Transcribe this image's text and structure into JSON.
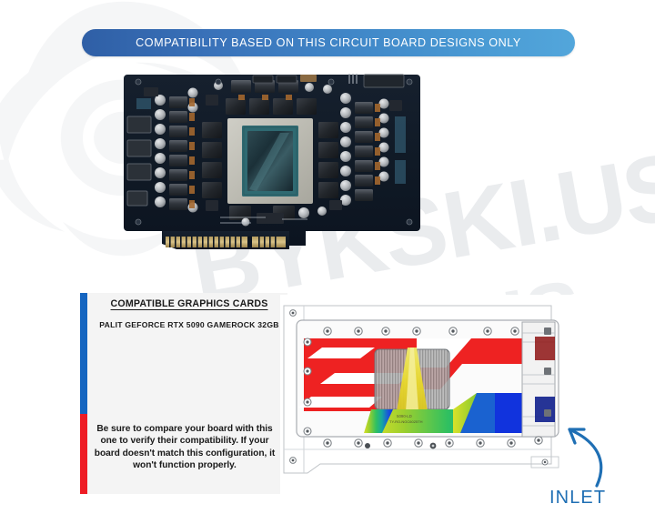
{
  "header": {
    "banner_text": "COMPATIBILITY BASED ON THIS CIRCUIT BOARD DESIGNS ONLY",
    "banner_color_left": "#2f5fa6",
    "banner_color_right": "#53a6db"
  },
  "watermark": {
    "brand_text": "BYKSKI.US",
    "logo_name": "bykski-tiger-logo",
    "color": "#e9ebee"
  },
  "product_photo": {
    "name": "graphics-card-pcb-photo",
    "description": "PALIT GeForce RTX 5090 GameRock bare circuit board, component side"
  },
  "info_panel": {
    "title": "COMPATIBLE GRAPHICS CARDS",
    "cards": [
      "PALIT GEFORCE RTX 5090 GAMEROCK 32GB"
    ],
    "warning_text": "Be sure to compare your board with this one to verify their compatibility. If your board doesn't match this configuration, it won't function properly.",
    "accent_top_color": "#1565c0",
    "accent_bottom_color": "#ee1c25",
    "background_color": "#f4f4f4"
  },
  "flow_diagram": {
    "name": "waterblock-coolant-flow-diagram",
    "description": "CAD top view of GPU water block showing coolant flow path",
    "hot_color": "#ee2222",
    "mid_color": "#22bb55",
    "cold_color": "#1133dd",
    "fin_color": "#9a9a9a",
    "jet_color": "#e8d82a",
    "micro_label": "5090-LD",
    "micro_label_2": "TY-RO-NGC6025TH"
  },
  "inlet": {
    "label": "INLET",
    "color": "#1f6fb4",
    "arrow_name": "curved-arrow-up-left"
  }
}
